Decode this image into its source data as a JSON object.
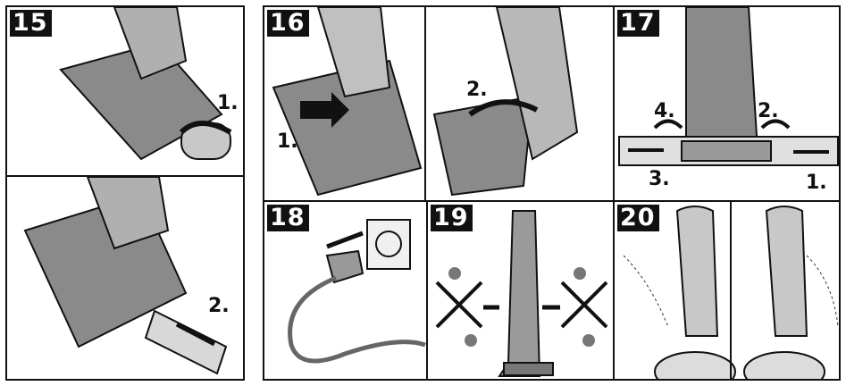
{
  "panels": {
    "p15": {
      "number": "15",
      "steps": [
        "1.",
        "2."
      ]
    },
    "p16": {
      "number": "16",
      "steps": [
        "1.",
        "2."
      ]
    },
    "p17": {
      "number": "17",
      "steps": [
        "4.",
        "2.",
        "3.",
        "1."
      ]
    },
    "p18": {
      "number": "18"
    },
    "p19": {
      "number": "19"
    },
    "p20": {
      "number": "20"
    }
  },
  "colors": {
    "outline": "#111111",
    "device_gray": "#8a8a8a",
    "light_gray": "#c8c8c8",
    "dark_gray": "#555555"
  },
  "icons": [
    "curved-arrow-icon",
    "straight-arrow-icon",
    "cross-icon",
    "water-drop-icon",
    "power-plug-icon",
    "wall-socket-icon"
  ]
}
